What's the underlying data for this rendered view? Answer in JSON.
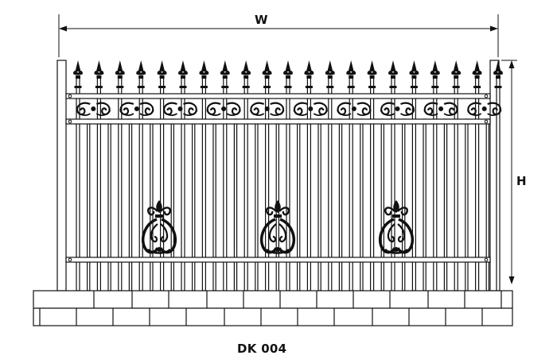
{
  "diagram": {
    "width_label": "W",
    "height_label": "H",
    "model_label": "DK 004"
  },
  "counts": {
    "spear_pickets": 21,
    "top_scroll_panels": 10,
    "lyre_ornaments": 3
  },
  "colors": {
    "line": "#111111",
    "background": "#ffffff"
  }
}
